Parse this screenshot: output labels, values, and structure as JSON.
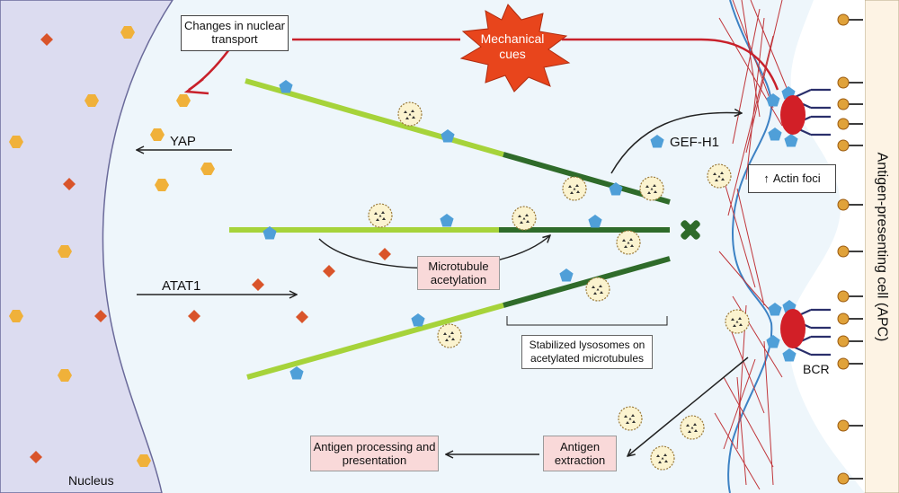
{
  "labels": {
    "nuclear_transport": "Changes in nuclear transport",
    "mechanical_cues": "Mechanical cues",
    "yap": "YAP",
    "atat1": "ATAT1",
    "gefh1": "GEF-H1",
    "actin_foci": "Actin foci",
    "actin_arrow": "↑",
    "mt_acetylation": "Microtubule acetylation",
    "stabilized_lysosomes": "Stabilized lysosomes on acetylated microtubules",
    "antigen_extraction": "Antigen extraction",
    "antigen_processing": "Antigen processing and presentation",
    "nucleus": "Nucleus",
    "bcr": "BCR",
    "apc": "Antigen-presenting cell (APC)"
  },
  "colors": {
    "background": "#eef6fb",
    "nucleus": "#dcdcf0",
    "apc": "#fdf3e4",
    "microtubule_light": "#a6d33a",
    "microtubule_acetylated": "#2f6b2a",
    "yap": "#f0b13a",
    "atat1": "#d9542a",
    "gefh1": "#4f9fd8",
    "mechanical_star": "#e8451c",
    "red_arrow": "#c8202a",
    "bcr_patch": "#d21f27",
    "bcr_receptor": "#2a2f6b",
    "antigen": "#e0a23a",
    "actin": "#c0353a",
    "membrane": "#3d82c4",
    "lysosome_fill": "#fbf3cf",
    "lysosome_border": "#9a7a3a"
  },
  "icons": [
    "yap-hexagon-icon",
    "atat1-diamond-icon",
    "gefh1-pentagon-icon",
    "lysosome-icon",
    "mechanical-cues-star-icon",
    "inhibition-cross-icon",
    "bcr-receptor-icon",
    "antigen-icon"
  ]
}
